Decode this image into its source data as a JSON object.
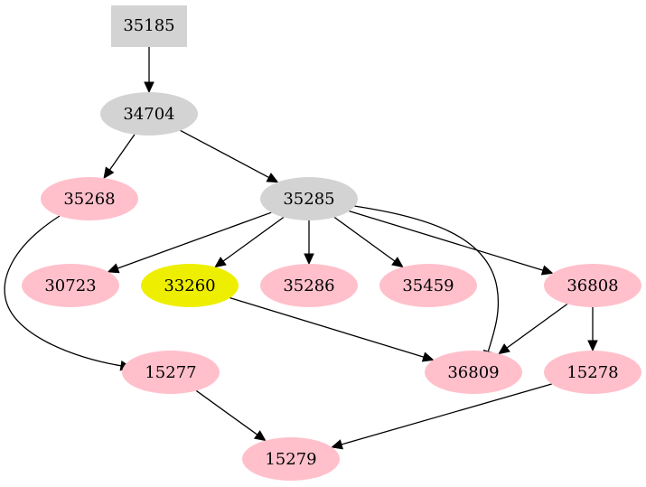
{
  "graph": {
    "colors": {
      "gray": "#d3d3d3",
      "pink": "#ffc0cb",
      "yellow": "#eeee00",
      "edge": "#000000"
    },
    "nodes": [
      {
        "id": "35185",
        "label": "35185",
        "shape": "box",
        "fill": "#d3d3d3"
      },
      {
        "id": "34704",
        "label": "34704",
        "shape": "ellipse",
        "fill": "#d3d3d3"
      },
      {
        "id": "35268",
        "label": "35268",
        "shape": "ellipse",
        "fill": "#ffc0cb"
      },
      {
        "id": "35285",
        "label": "35285",
        "shape": "ellipse",
        "fill": "#d3d3d3"
      },
      {
        "id": "30723",
        "label": "30723",
        "shape": "ellipse",
        "fill": "#ffc0cb"
      },
      {
        "id": "33260",
        "label": "33260",
        "shape": "ellipse",
        "fill": "#eeee00"
      },
      {
        "id": "35286",
        "label": "35286",
        "shape": "ellipse",
        "fill": "#ffc0cb"
      },
      {
        "id": "35459",
        "label": "35459",
        "shape": "ellipse",
        "fill": "#ffc0cb"
      },
      {
        "id": "36808",
        "label": "36808",
        "shape": "ellipse",
        "fill": "#ffc0cb"
      },
      {
        "id": "15277",
        "label": "15277",
        "shape": "ellipse",
        "fill": "#ffc0cb"
      },
      {
        "id": "36809",
        "label": "36809",
        "shape": "ellipse",
        "fill": "#ffc0cb"
      },
      {
        "id": "15278",
        "label": "15278",
        "shape": "ellipse",
        "fill": "#ffc0cb"
      },
      {
        "id": "15279",
        "label": "15279",
        "shape": "ellipse",
        "fill": "#ffc0cb"
      }
    ],
    "edges": [
      {
        "from": "35185",
        "to": "34704"
      },
      {
        "from": "34704",
        "to": "35268"
      },
      {
        "from": "34704",
        "to": "35285"
      },
      {
        "from": "35268",
        "to": "15277"
      },
      {
        "from": "35285",
        "to": "30723"
      },
      {
        "from": "35285",
        "to": "33260"
      },
      {
        "from": "35285",
        "to": "35286"
      },
      {
        "from": "35285",
        "to": "35459"
      },
      {
        "from": "35285",
        "to": "36808"
      },
      {
        "from": "35285",
        "to": "36809"
      },
      {
        "from": "33260",
        "to": "36809"
      },
      {
        "from": "36808",
        "to": "36809"
      },
      {
        "from": "36808",
        "to": "15278"
      },
      {
        "from": "15277",
        "to": "15279"
      },
      {
        "from": "15278",
        "to": "15279"
      }
    ]
  }
}
